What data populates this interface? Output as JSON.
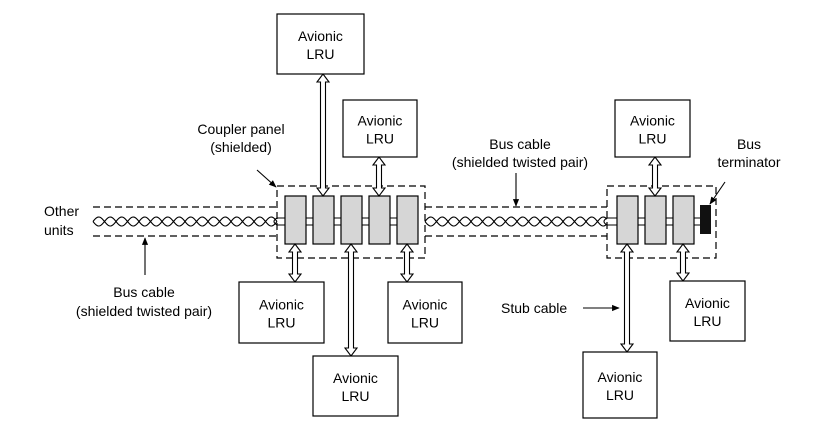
{
  "lru": {
    "line1": "Avionic",
    "line2": "LRU"
  },
  "labels": {
    "other_units_1": "Other",
    "other_units_2": "units",
    "coupler_panel_1": "Coupler panel",
    "coupler_panel_2": "(shielded)",
    "bus_cable_left_1": "Bus cable",
    "bus_cable_left_2": "(shielded twisted pair)",
    "bus_cable_mid_1": "Bus cable",
    "bus_cable_mid_2": "(shielded twisted pair)",
    "bus_terminator_1": "Bus",
    "bus_terminator_2": "terminator",
    "stub_cable": "Stub cable"
  },
  "colors": {
    "line": "#000000",
    "coupler_fill": "#d6d6d6",
    "terminator": "#111111"
  }
}
